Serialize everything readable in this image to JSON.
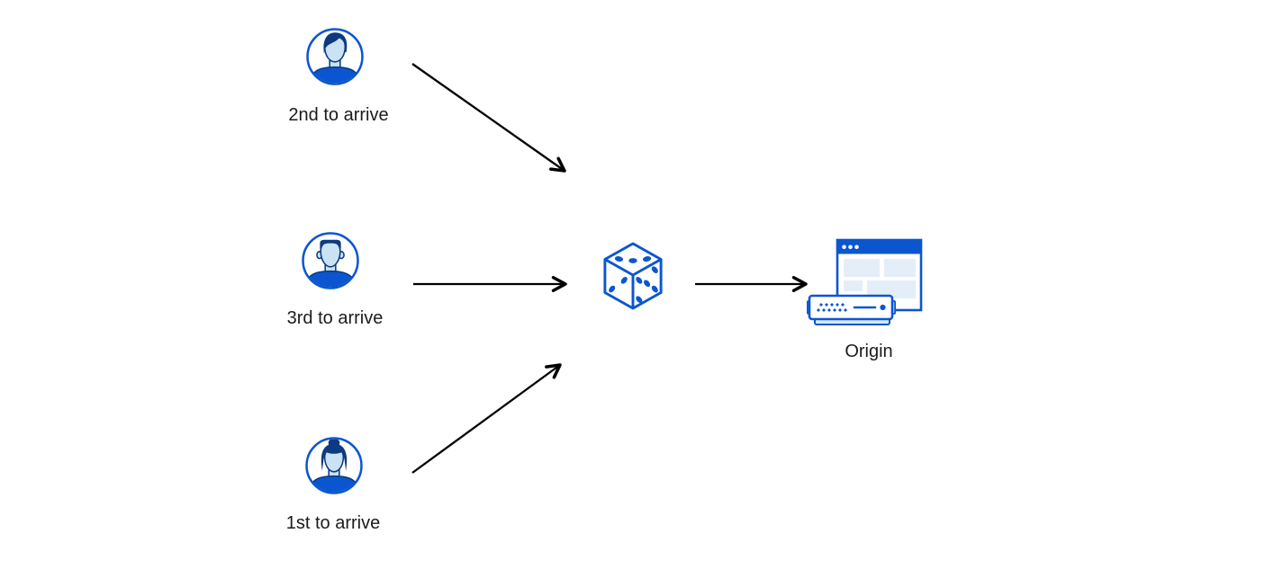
{
  "page": {
    "background": "#FFFFFF"
  },
  "diagram": {
    "colors": {
      "primary_blue": "#0B56D0",
      "dark_navy": "#0D3A80",
      "face_light_blue": "#C9E2F4",
      "panel_light_blue": "#E4EEF9",
      "server_base_blue": "#D6E9F7",
      "arrow_black": "#000000",
      "text_color": "#1B1B1D"
    },
    "users": [
      {
        "label": "2nd to arrive",
        "icon": "user-avatar-male-swoosh-hair"
      },
      {
        "label": "3rd to arrive",
        "icon": "user-avatar-male-flattop-hair"
      },
      {
        "label": "1st to arrive",
        "icon": "user-avatar-female-bun-hair"
      }
    ],
    "randomizer": {
      "icon": "dice-icon",
      "dice_pips": {
        "top_face": 3,
        "left_face": 2,
        "right_face": 5
      }
    },
    "origin": {
      "label": "Origin",
      "icon": "origin-server-browser-icon"
    },
    "arrows": [
      {
        "from": "user-2nd-to-arrive",
        "to": "dice"
      },
      {
        "from": "user-3rd-to-arrive",
        "to": "dice"
      },
      {
        "from": "user-1st-to-arrive",
        "to": "dice"
      },
      {
        "from": "dice",
        "to": "origin"
      }
    ]
  }
}
